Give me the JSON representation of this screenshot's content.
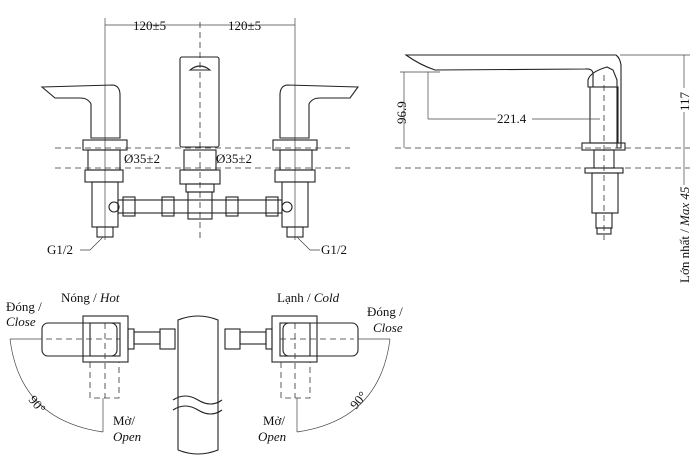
{
  "front_view": {
    "spacing_left": "120±5",
    "spacing_right": "120±5",
    "hole_left": "Ø35±2",
    "hole_center": "Ø35±2",
    "thread_left": "G1/2",
    "thread_right": "G1/2"
  },
  "side_view": {
    "spout_height": "96.9",
    "spout_reach": "221.4",
    "total_height": "117",
    "max_label_vi": "Lớn nhất / ",
    "max_label_en": "Max 45"
  },
  "top_view": {
    "hot_vi": "Nóng / ",
    "hot_en": "Hot",
    "cold_vi": "Lạnh / ",
    "cold_en": "Cold",
    "close_vi": "Đóng /",
    "close_en": "Close",
    "open_vi": "Mở/",
    "open_en": "Open",
    "angle": "90°"
  }
}
